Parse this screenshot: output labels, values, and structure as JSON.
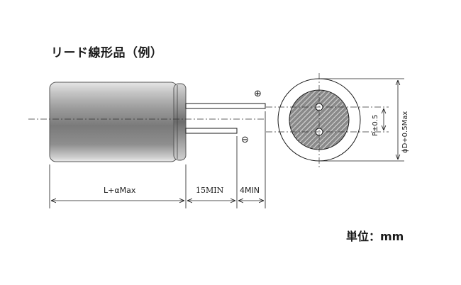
{
  "title": "リード線形品（例）",
  "unit_note": "単位：mm",
  "labels": {
    "length": "L+αMax",
    "lead_min": "15MIN",
    "lead_end": "4MIN",
    "pitch": "P±0.5",
    "diameter": "ϕD+0.5Max",
    "plus": "⊕",
    "minus": "⊖"
  }
}
